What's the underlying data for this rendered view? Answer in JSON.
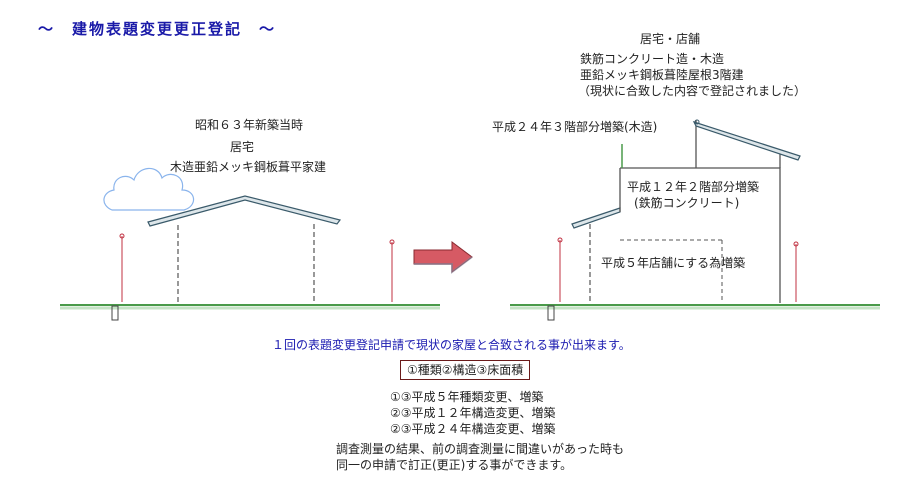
{
  "title": "～　建物表題変更更正登記　～",
  "before": {
    "when": "昭和６３年新築当時",
    "use": "居宅",
    "structure": "木造亜鉛メッキ鋼板葺平家建"
  },
  "after": {
    "use": "居宅・店舗",
    "structure_line1": "鉄筋コンクリート造・木造",
    "structure_line2": "亜鉛メッキ鋼板葺陸屋根3階建",
    "note": "（現状に合致した内容で登記されました）",
    "label_h24": "平成２４年３階部分増築(木造)",
    "label_h12_line1": "平成１２年２階部分増築",
    "label_h12_line2": "(鉄筋コンクリート)",
    "label_h5": "平成５年店舗にする為増築"
  },
  "summary": "１回の表題変更登記申請で現状の家屋と合致される事が出来ます。",
  "items_box": "①種類②構造③床面積",
  "changes": [
    "①③平成５年種類変更、増築",
    "②③平成１２年構造変更、増築",
    "②③平成２４年構造変更、増築"
  ],
  "footer": {
    "line1": "調査測量の結果、前の調査測量に間違いがあった時も",
    "line2": "同一の申請で訂正(更正)する事ができます。"
  },
  "colors": {
    "title": "#1a1aa8",
    "ground": "#4a9a4a",
    "roof": "#3a5a6a",
    "arrow": "#c0404a",
    "pole": "#c03040",
    "cloud": "#8ab4ec",
    "box_border": "#6a1a1a"
  }
}
